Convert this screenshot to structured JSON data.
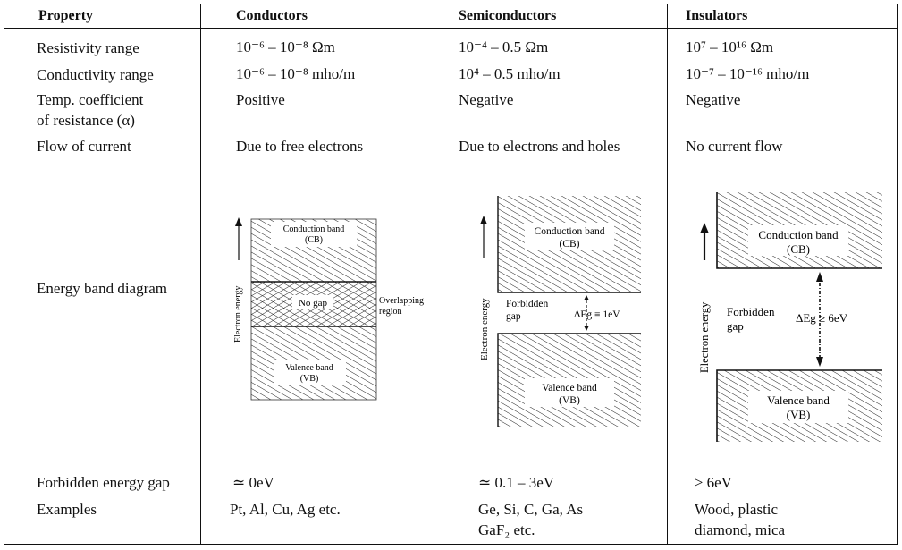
{
  "headers": {
    "property": "Property",
    "conductors": "Conductors",
    "semiconductors": "Semiconductors",
    "insulators": "Insulators"
  },
  "rows": {
    "resistivity": {
      "label": "Resistivity range",
      "conductors": "10⁻⁶ – 10⁻⁸ Ωm",
      "semiconductors": "10⁻⁴ – 0.5 Ωm",
      "insulators": "10⁷ – 10¹⁶ Ωm"
    },
    "conductivity": {
      "label": "Conductivity  range",
      "conductors": "10⁻⁶ – 10⁻⁸ mho/m",
      "semiconductors": "10⁴ – 0.5 mho/m",
      "insulators": "10⁻⁷ – 10⁻¹⁶ mho/m"
    },
    "temp_coeff": {
      "label_line1": "Temp. coefficient",
      "label_line2": "of resistance (α)",
      "conductors": "Positive",
      "semiconductors": "Negative",
      "insulators": "Negative"
    },
    "flow": {
      "label": "Flow of current",
      "conductors": "Due to free electrons",
      "semiconductors": "Due to electrons and holes",
      "insulators": "No current flow"
    },
    "band": {
      "label": "Energy band diagram"
    },
    "gap": {
      "label": "Forbidden energy gap",
      "conductors": "≃  0eV",
      "semiconductors": "≃  0.1 – 3eV",
      "insulators": "≥ 6eV"
    },
    "examples": {
      "label": "Examples",
      "conductors": "Pt, Al, Cu, Ag etc.",
      "semiconductors_line1": "Ge, Si, C, Ga, As",
      "semiconductors_line2": "GaF₂ etc.",
      "insulators_line1": "Wood, plastic",
      "insulators_line2": "diamond, mica"
    }
  },
  "diagrams": {
    "conductor": {
      "axis": "Electron energy",
      "cb_line1": "Conduction band",
      "cb_line2": "(CB)",
      "no_gap": "No gap",
      "overlap_line1": "Overlapping",
      "overlap_line2": "region",
      "vb_line1": "Valence band",
      "vb_line2": "(VB)"
    },
    "semiconductor": {
      "axis": "Electron energy",
      "cb_line1": "Conduction band",
      "cb_line2": "(CB)",
      "forbidden_line1": "Forbidden",
      "forbidden_line2": "gap",
      "gap_value": "ΔEg ≡ 1eV",
      "vb_line1": "Valence band",
      "vb_line2": "(VB)"
    },
    "insulator": {
      "axis": "Electron energy",
      "cb_line1": "Conduction band",
      "cb_line2": "(CB)",
      "forbidden_line1": "Forbidden",
      "forbidden_line2": "gap",
      "gap_value": "ΔEg ≥ 6eV",
      "vb_line1": "Valence band",
      "vb_line2": "(VB)"
    }
  }
}
